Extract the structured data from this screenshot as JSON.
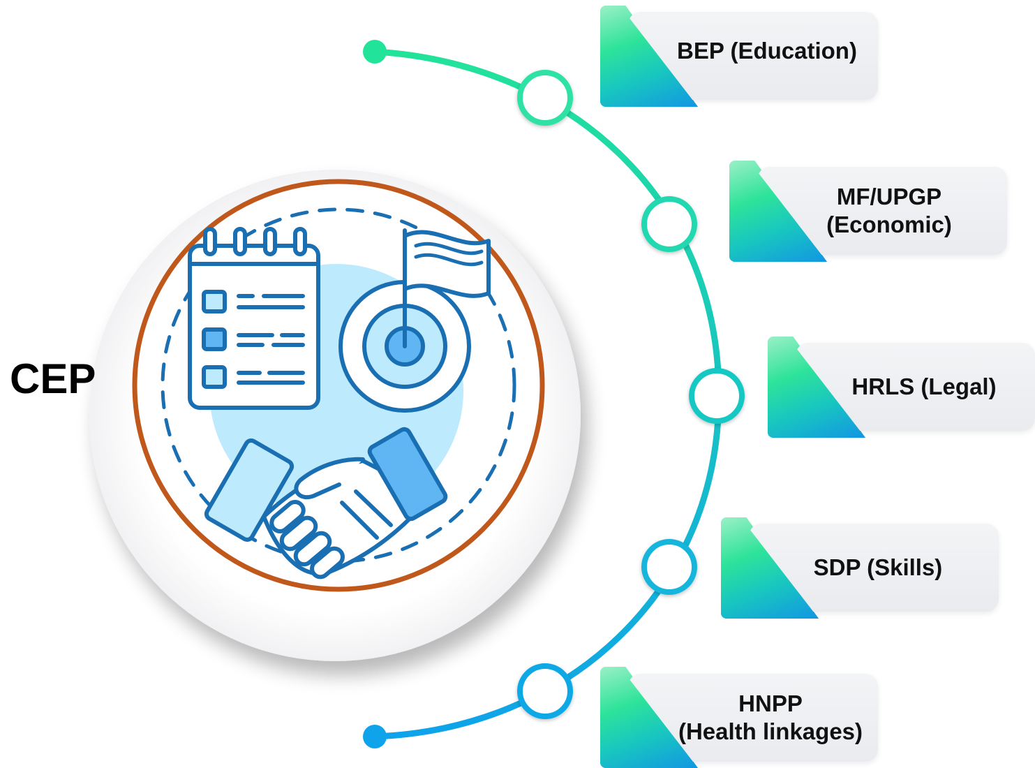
{
  "center": {
    "label": "CEP",
    "icon": "partnership-planning-icon",
    "ring_color": "#c0581c",
    "icon_stroke": "#1a6fb3",
    "icon_fill_light": "#bdeafc",
    "icon_fill_mid": "#5fb6f2"
  },
  "timeline": {
    "gradient_start": "#22e39a",
    "gradient_end": "#0ea3ea"
  },
  "programs": [
    {
      "line1": "BEP (Education)",
      "line2": ""
    },
    {
      "line1": "MF/UPGP",
      "line2": "(Economic)"
    },
    {
      "line1": "HRLS (Legal)",
      "line2": ""
    },
    {
      "line1": "SDP (Skills)",
      "line2": ""
    },
    {
      "line1": "HNPP",
      "line2": "(Health linkages)"
    }
  ]
}
